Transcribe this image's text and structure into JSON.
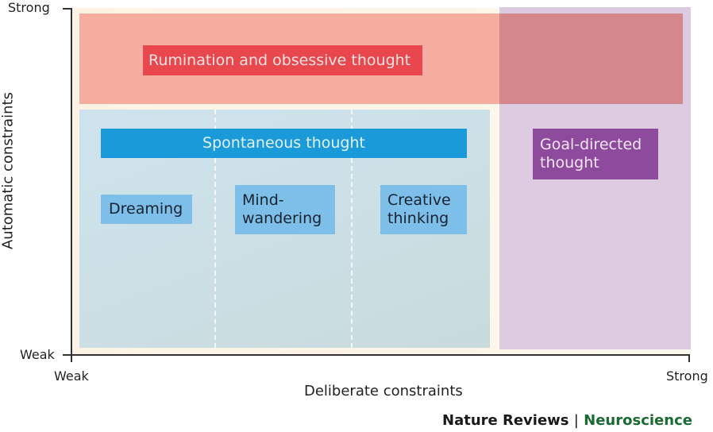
{
  "y_axis": {
    "label": "Automatic constraints",
    "top": "Strong",
    "bottom": "Weak"
  },
  "x_axis": {
    "label": "Deliberate constraints",
    "left": "Weak",
    "right": "Strong"
  },
  "regions": {
    "rumination": "Rumination and obsessive thought",
    "spontaneous": "Spontaneous thought",
    "dreaming": "Dreaming",
    "mind_wandering": [
      "Mind-",
      "wandering"
    ],
    "creative": [
      "Creative",
      "thinking"
    ],
    "goal": [
      "Goal-directed",
      "thought"
    ]
  },
  "colors": {
    "rumination": "#e8474e",
    "spontaneous": "#1a9ad8",
    "subtypes": "#7dbfe8",
    "goal": "#8e4b9e"
  },
  "footer": {
    "journal": "Nature Reviews",
    "separator": "|",
    "subject": "Neuroscience"
  }
}
